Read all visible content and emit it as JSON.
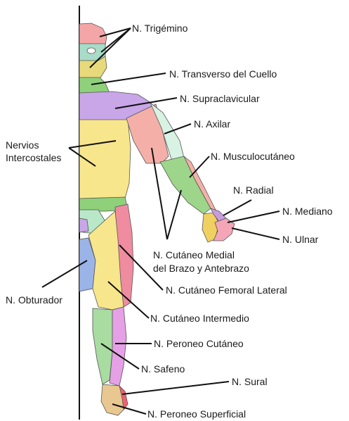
{
  "labels": {
    "trigemino": "N. Trigémino",
    "transverso_cuello": "N. Transverso del Cuello",
    "supraclavicular": "N. Supraclavicular",
    "axilar": "N. Axilar",
    "intercostales_1": "Nervios",
    "intercostales_2": "Intercostales",
    "musculocutaneo": "N. Musculocutáneo",
    "radial": "N. Radial",
    "mediano": "N. Mediano",
    "ulnar": "N. Ulnar",
    "cutaneo_medial_1": "N. Cutáneo Medial",
    "cutaneo_medial_2": "del Brazo y Antebrazo",
    "obturador": "N. Obturador",
    "femoral_lateral": "N. Cutáneo Femoral Lateral",
    "intermedio": "N. Cutáneo Intermedio",
    "peroneo_cutaneo": "N. Peroneo Cutáneo",
    "safeno": "N. Safeno",
    "sural": "N. Sural",
    "peroneo_superficial": "N. Peroneo Superficial"
  },
  "colors": {
    "trigemino_v1": "#f4a6a6",
    "trigemino_v2": "#a8dcc8",
    "trigemino_v3": "#e8d97a",
    "transverso_cuello": "#8fd07a",
    "supraclavicular": "#c8a6e8",
    "intercostales": "#f7e68c",
    "axilar": "#f4b0a8",
    "musculocutaneo": "#d8f2e4",
    "cutaneo_medial": "#9dd68a",
    "radial": "#c89be0",
    "mediano": "#f0d060",
    "ulnar": "#f4a6b8",
    "femoral_lateral": "#f08ca0",
    "obturador": "#9bb4e8",
    "genital": "#b8e8c8",
    "intermedio": "#f7e68c",
    "safeno": "#a8dca0",
    "peroneo_cutaneo": "#e6a0e6",
    "sural": "#f06070",
    "peroneo_superficial": "#e8c890",
    "line": "#111111"
  }
}
